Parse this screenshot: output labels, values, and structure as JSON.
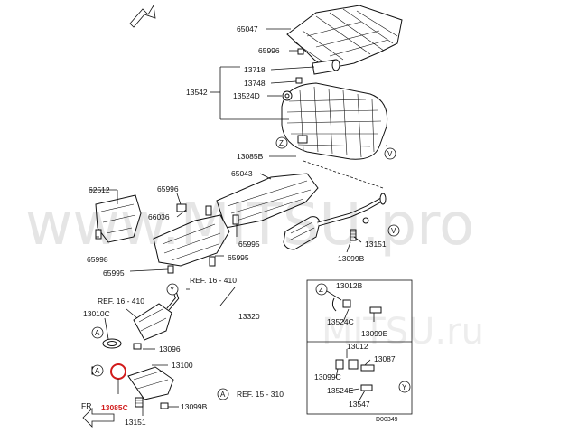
{
  "watermark": {
    "main": "www.MITSU.pro",
    "secondary": "MITSU.ru"
  },
  "labels": {
    "p65047": "65047",
    "p65996_top": "65996",
    "p13718": "13718",
    "p13748": "13748",
    "p13542": "13542",
    "p13524D": "13524D",
    "p13085B": "13085B",
    "p65043": "65043",
    "p62512": "62512",
    "p65996_mid": "65996",
    "p66036": "66036",
    "p65998": "65998",
    "p65995_left": "65995",
    "p65995_mid": "65995",
    "p65995_right": "65995",
    "p13151_right": "13151",
    "p13099B": "13099B",
    "ref16_410_a": "REF. 16 - 410",
    "ref16_410_b": "REF. 16 - 410",
    "p13010C": "13010C",
    "p13320": "13320",
    "p13096": "13096",
    "p13100": "13100",
    "p13085C": "13085C",
    "p13151_bottom": "13151",
    "p13099B_bottom": "13099B",
    "ref15_310": "REF. 15 - 310",
    "fr": "FR",
    "drawing_no": "D00349",
    "inset_13012B": "13012B",
    "inset_13524C": "13524C",
    "inset_13099E": "13099E",
    "inset_13012": "13012",
    "inset_13087": "13087",
    "inset_13099C": "13099C",
    "inset_13524E": "13524E",
    "inset_13547": "13547"
  },
  "markers": {
    "z": "Z",
    "v": "V",
    "y": "Y",
    "a": "A"
  }
}
